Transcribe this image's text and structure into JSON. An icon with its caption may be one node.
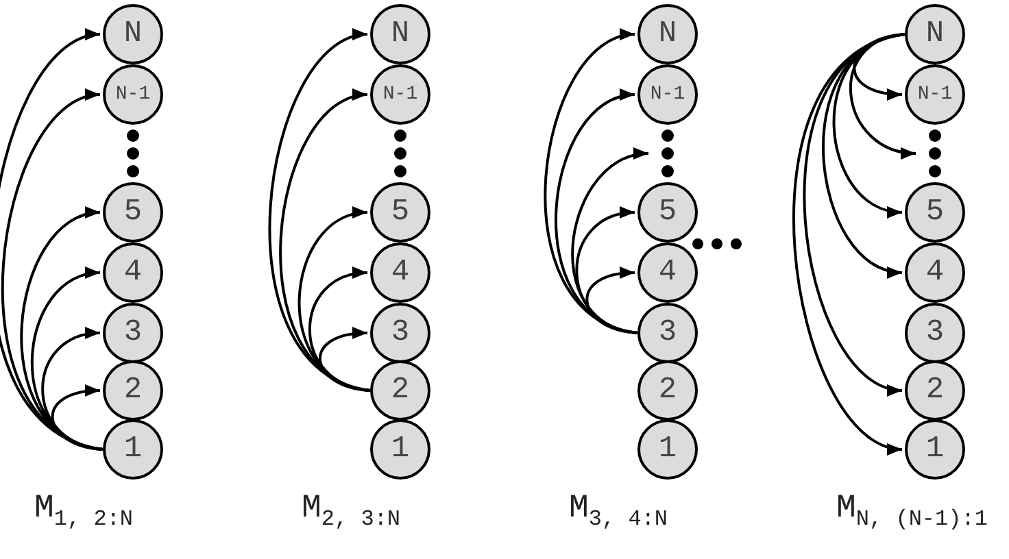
{
  "diagram": {
    "nodes": [
      {
        "text": [
          "N"
        ]
      },
      {
        "text": [
          "N-1"
        ]
      },
      {
        "text": [],
        "shape": "dots"
      },
      {
        "text": [
          "5"
        ]
      },
      {
        "text": [
          "4"
        ]
      },
      {
        "text": [
          "3"
        ]
      },
      {
        "text": [
          "2"
        ]
      },
      {
        "text": [
          "1"
        ]
      },
      {
        "text": [
          "N"
        ]
      },
      {
        "text": [
          "N-1"
        ]
      },
      {
        "text": [],
        "shape": "dots"
      },
      {
        "text": [
          "5"
        ]
      },
      {
        "text": [
          "4"
        ]
      },
      {
        "text": [
          "3"
        ]
      },
      {
        "text": [
          "2"
        ]
      },
      {
        "text": [
          "1"
        ]
      },
      {
        "text": [
          "N"
        ]
      },
      {
        "text": [
          "N-1"
        ]
      },
      {
        "text": [],
        "shape": "dots"
      },
      {
        "text": [
          "5"
        ]
      },
      {
        "text": [
          "4"
        ]
      },
      {
        "text": [
          "3"
        ]
      },
      {
        "text": [
          "2"
        ]
      },
      {
        "text": [
          "1"
        ]
      },
      {
        "text": [
          "N"
        ]
      },
      {
        "text": [
          "N-1"
        ]
      },
      {
        "text": [],
        "shape": "dots"
      },
      {
        "text": [
          "5"
        ]
      },
      {
        "text": [
          "4"
        ]
      },
      {
        "text": [
          "3"
        ]
      },
      {
        "text": [
          "2"
        ]
      },
      {
        "text": [
          "1"
        ]
      }
    ],
    "edges": [
      {
        "from": 7,
        "to": 6,
        "arrow": "to"
      },
      {
        "from": 7,
        "to": 5,
        "arrow": "to"
      },
      {
        "from": 7,
        "to": 4,
        "arrow": "to"
      },
      {
        "from": 7,
        "to": 3,
        "arrow": "to"
      },
      {
        "from": 7,
        "to": 1,
        "arrow": "to"
      },
      {
        "from": 7,
        "to": 0,
        "arrow": "to"
      },
      {
        "from": 14,
        "to": 13,
        "arrow": "to"
      },
      {
        "from": 14,
        "to": 12,
        "arrow": "to"
      },
      {
        "from": 14,
        "to": 11,
        "arrow": "to"
      },
      {
        "from": 14,
        "to": 9,
        "arrow": "to"
      },
      {
        "from": 14,
        "to": 8,
        "arrow": "to"
      },
      {
        "from": 21,
        "to": 20,
        "arrow": "to"
      },
      {
        "from": 21,
        "to": 19,
        "arrow": "to"
      },
      {
        "from": 21,
        "to": 18,
        "arrow": "to"
      },
      {
        "from": 21,
        "to": 17,
        "arrow": "to"
      },
      {
        "from": 21,
        "to": 16,
        "arrow": "to"
      },
      {
        "from": 24,
        "to": 25,
        "arrow": "to"
      },
      {
        "from": 24,
        "to": 26,
        "arrow": "to"
      },
      {
        "from": 24,
        "to": 27,
        "arrow": "to"
      },
      {
        "from": 24,
        "to": 28,
        "arrow": "to"
      },
      {
        "from": 24,
        "to": 30,
        "arrow": "to"
      },
      {
        "from": 24,
        "to": 31,
        "arrow": "to"
      }
    ],
    "labels": [
      "M$_{1, 2:N}$",
      "M$_{2, 3:N}$",
      "M$_{3, 4:N}$",
      "M$_{N, (N-1):1}$"
    ]
  }
}
